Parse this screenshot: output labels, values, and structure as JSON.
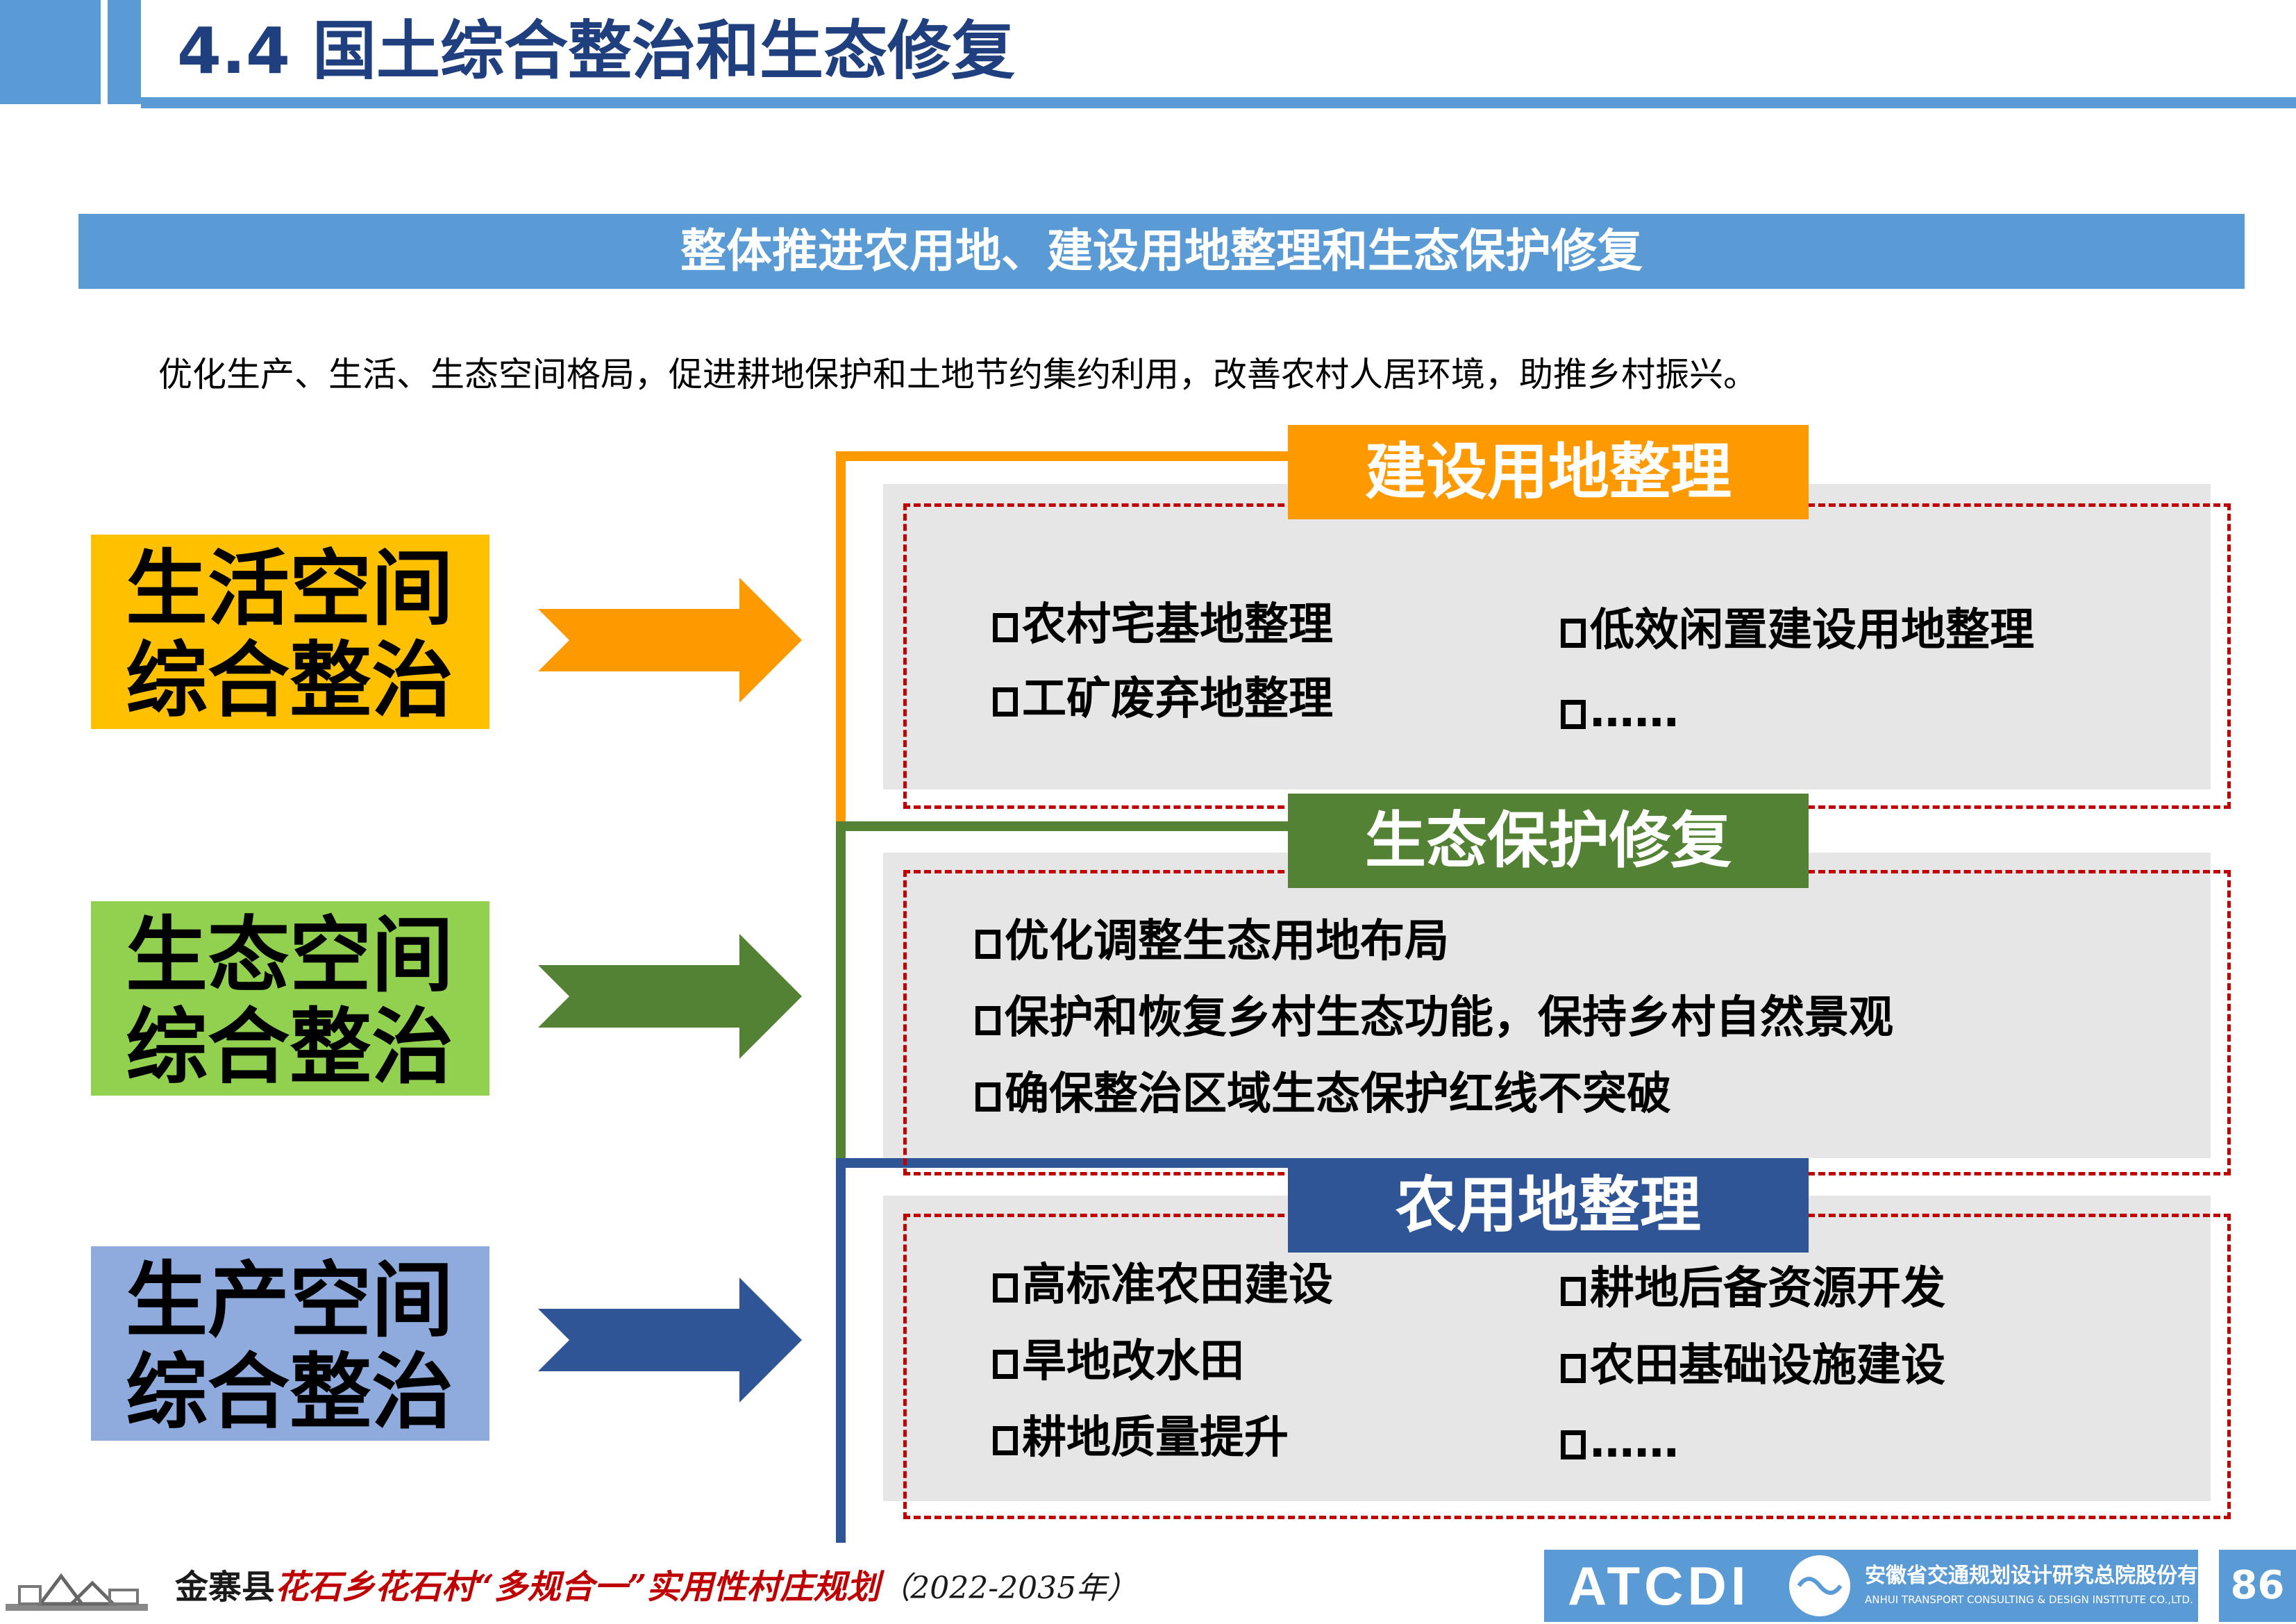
{
  "header": {
    "title": "4.4  国土综合整治和生态修复"
  },
  "banner": "整体推进农用地、建设用地整理和生态保护修复",
  "intro": "优化生产、生活、生态空间格局，促进耕地保护和土地节约集约利用，改善农村人居环境，助推乡村振兴。",
  "colors": {
    "header_blue": "#5b9bd5",
    "orange": "#f5a000",
    "green": "#548235",
    "navy": "#2f5597",
    "dashed_red": "#c00000"
  },
  "left_boxes": [
    {
      "line1": "生活空间",
      "line2": "综合整治",
      "color": "#ffc000"
    },
    {
      "line1": "生态空间",
      "line2": "综合整治",
      "color": "#92d050"
    },
    {
      "line1": "生产空间",
      "line2": "综合整治",
      "color": "#8faadc"
    }
  ],
  "panels": [
    {
      "title": "建设用地整理",
      "color": "#ff9900",
      "items": [
        "农村宅基地整理",
        "低效闲置建设用地整理",
        "工矿废弃地整理",
        "……"
      ]
    },
    {
      "title": "生态保护修复",
      "color": "#548235",
      "items": [
        "优化调整生态用地布局",
        "保护和恢复乡村生态功能，保持乡村自然景观",
        "确保整治区域生态保护红线不突破"
      ]
    },
    {
      "title": "农用地整理",
      "color": "#2f5597",
      "items": [
        "高标准农田建设",
        "耕地后备资源开发",
        "旱地改水田",
        "农田基础设施建设",
        "耕地质量提升",
        "……"
      ]
    }
  ],
  "footer": {
    "county": "金寨县",
    "plan_name": "花石乡花石村“多规合一”实用性村庄规划",
    "years": "（2022-2035年）",
    "logo_text": "ATCDI",
    "company_cn": "安徽省交通规划设计研究总院股份有限公司",
    "company_en": "ANHUI TRANSPORT CONSULTING & DESIGN INSTITUTE CO.,LTD.",
    "page": "86"
  }
}
